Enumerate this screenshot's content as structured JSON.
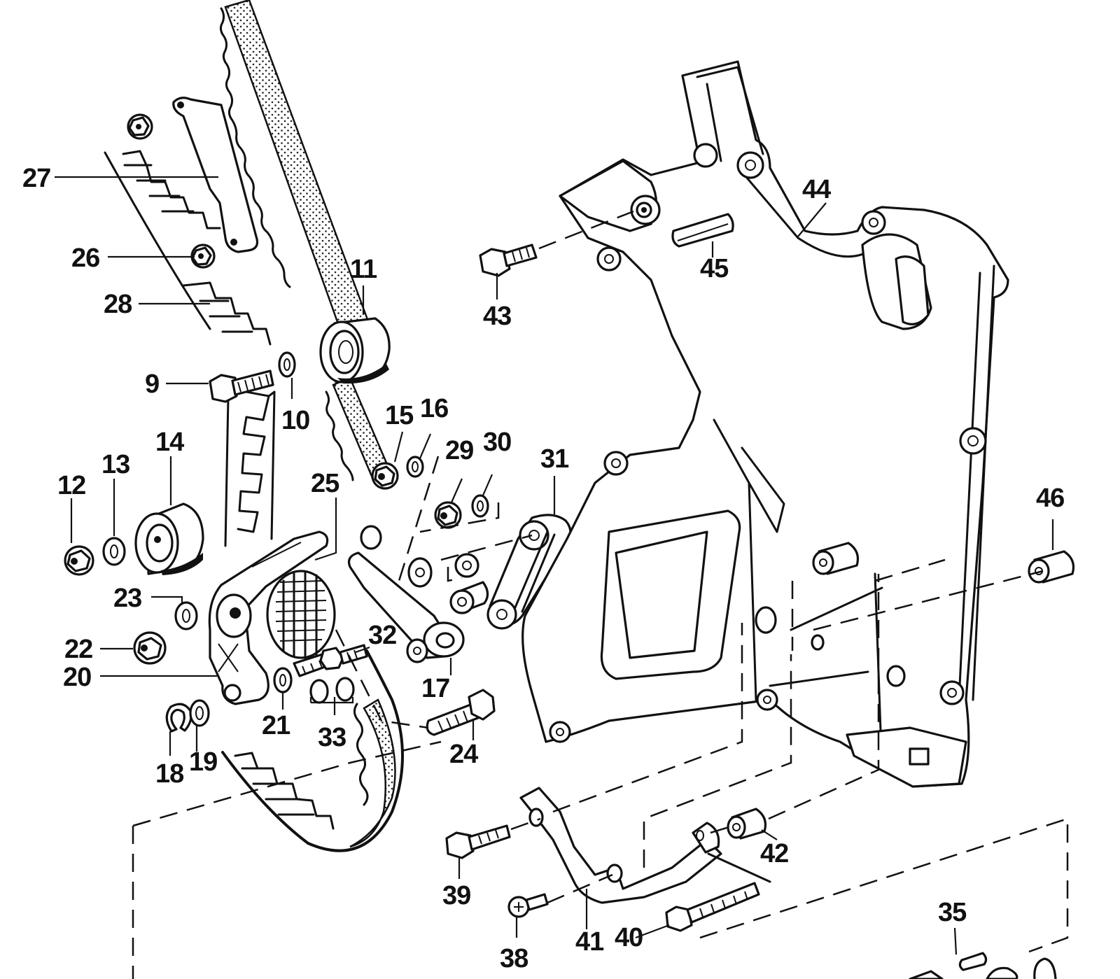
{
  "diagram": {
    "title": "Timing belt, tensioner and front cover assembly – exploded parts view",
    "callouts": [
      {
        "id": "9",
        "label": "9",
        "part": "bolt"
      },
      {
        "id": "10",
        "label": "10",
        "part": "washer"
      },
      {
        "id": "11",
        "label": "11",
        "part": "idler-pulley"
      },
      {
        "id": "12",
        "label": "12",
        "part": "nut"
      },
      {
        "id": "13",
        "label": "13",
        "part": "washer"
      },
      {
        "id": "14",
        "label": "14",
        "part": "idler-pulley"
      },
      {
        "id": "15",
        "label": "15",
        "part": "nut"
      },
      {
        "id": "16",
        "label": "16",
        "part": "washer"
      },
      {
        "id": "17",
        "label": "17",
        "part": "tensioner-damper"
      },
      {
        "id": "18",
        "label": "18",
        "part": "circlip"
      },
      {
        "id": "19",
        "label": "19",
        "part": "washer"
      },
      {
        "id": "20",
        "label": "20",
        "part": "tensioner-bracket"
      },
      {
        "id": "21",
        "label": "21",
        "part": "washer"
      },
      {
        "id": "22",
        "label": "22",
        "part": "nut"
      },
      {
        "id": "23",
        "label": "23",
        "part": "washer"
      },
      {
        "id": "24",
        "label": "24",
        "part": "bolt"
      },
      {
        "id": "25",
        "label": "25",
        "part": "tensioner-pulley"
      },
      {
        "id": "26",
        "label": "26",
        "part": "nut"
      },
      {
        "id": "27",
        "label": "27",
        "part": "belt-guide"
      },
      {
        "id": "28",
        "label": "28",
        "part": "timing-belt"
      },
      {
        "id": "29",
        "label": "29",
        "part": "nut"
      },
      {
        "id": "30",
        "label": "30",
        "part": "washer"
      },
      {
        "id": "31",
        "label": "31",
        "part": "tensioner-lever"
      },
      {
        "id": "32",
        "label": "32",
        "part": "stud"
      },
      {
        "id": "33",
        "label": "33",
        "part": "o-rings"
      },
      {
        "id": "35",
        "label": "35",
        "part": "pin"
      },
      {
        "id": "38",
        "label": "38",
        "part": "screw"
      },
      {
        "id": "39",
        "label": "39",
        "part": "bolt"
      },
      {
        "id": "40",
        "label": "40",
        "part": "bolt"
      },
      {
        "id": "41",
        "label": "41",
        "part": "lower-cover-bracket"
      },
      {
        "id": "42",
        "label": "42",
        "part": "spacer"
      },
      {
        "id": "43",
        "label": "43",
        "part": "bolt"
      },
      {
        "id": "44",
        "label": "44",
        "part": "timing-cover"
      },
      {
        "id": "45",
        "label": "45",
        "part": "seal-strip"
      },
      {
        "id": "46",
        "label": "46",
        "part": "spacer"
      }
    ]
  }
}
